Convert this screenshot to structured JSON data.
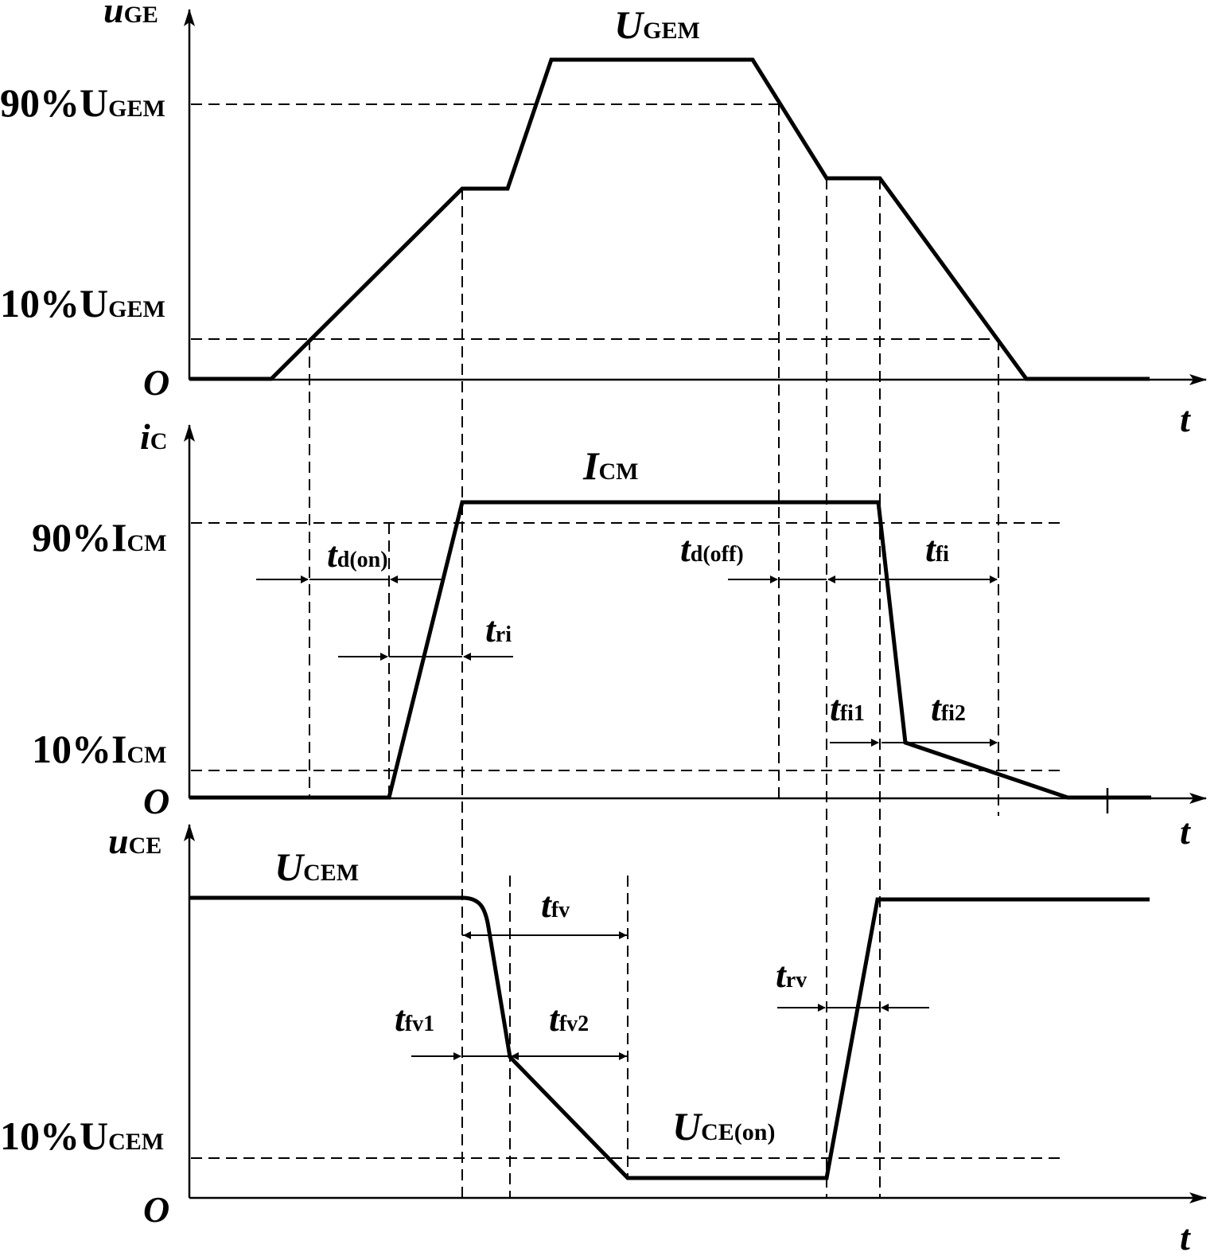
{
  "ug": {
    "axis_y": {
      "main": "u",
      "sub": "GE"
    },
    "axis_x": "t",
    "origin": "O",
    "peak": {
      "main": "U",
      "sub": "GEM"
    },
    "lvl90": {
      "main": "90%U",
      "sub": "GEM"
    },
    "lvl10": {
      "main": "10%U",
      "sub": "GEM"
    }
  },
  "ic": {
    "axis_y": {
      "main": "i",
      "sub": "C"
    },
    "axis_x": "t",
    "origin": "O",
    "peak": {
      "main": "I",
      "sub": "CM"
    },
    "lvl90": {
      "main": "90%I",
      "sub": "CM"
    },
    "lvl10": {
      "main": "10%I",
      "sub": "CM"
    },
    "td_on": {
      "main": "t",
      "sub": "d(on)"
    },
    "tri": {
      "main": "t",
      "sub": "ri"
    },
    "td_off": {
      "main": "t",
      "sub": "d(off)"
    },
    "tfi": {
      "main": "t",
      "sub": "fi"
    },
    "tfi1": {
      "main": "t",
      "sub": "fi1"
    },
    "tfi2": {
      "main": "t",
      "sub": "fi2"
    }
  },
  "uc": {
    "axis_y": {
      "main": "u",
      "sub": "CE"
    },
    "axis_x": "t",
    "origin": "O",
    "peak": {
      "main": "U",
      "sub": "CEM"
    },
    "lvl10": {
      "main": "10%U",
      "sub": "CEM"
    },
    "on": {
      "main": "U",
      "sub": "CE(on)"
    },
    "tfv": {
      "main": "t",
      "sub": "fv"
    },
    "tfv1": {
      "main": "t",
      "sub": "fv1"
    },
    "tfv2": {
      "main": "t",
      "sub": "fv2"
    },
    "trv": {
      "main": "t",
      "sub": "rv"
    }
  }
}
